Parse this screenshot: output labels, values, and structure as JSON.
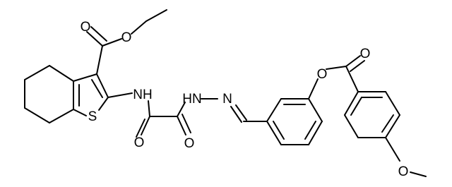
{
  "diagram": {
    "type": "chemical-structure",
    "colors": {
      "bond": "#000000",
      "background": "#ffffff"
    },
    "atom_labels": {
      "ester_carbonyl_o": "O",
      "ester_o": "O",
      "amide_nh": "NH",
      "thiophene_s": "S",
      "oxalyl_o1": "O",
      "oxalyl_o2": "O",
      "hydrazide_hn": "HN",
      "imine_n": "N",
      "aryl_ester_o": "O",
      "benzoate_carbonyl_o": "O",
      "methoxy_o": "O"
    }
  }
}
